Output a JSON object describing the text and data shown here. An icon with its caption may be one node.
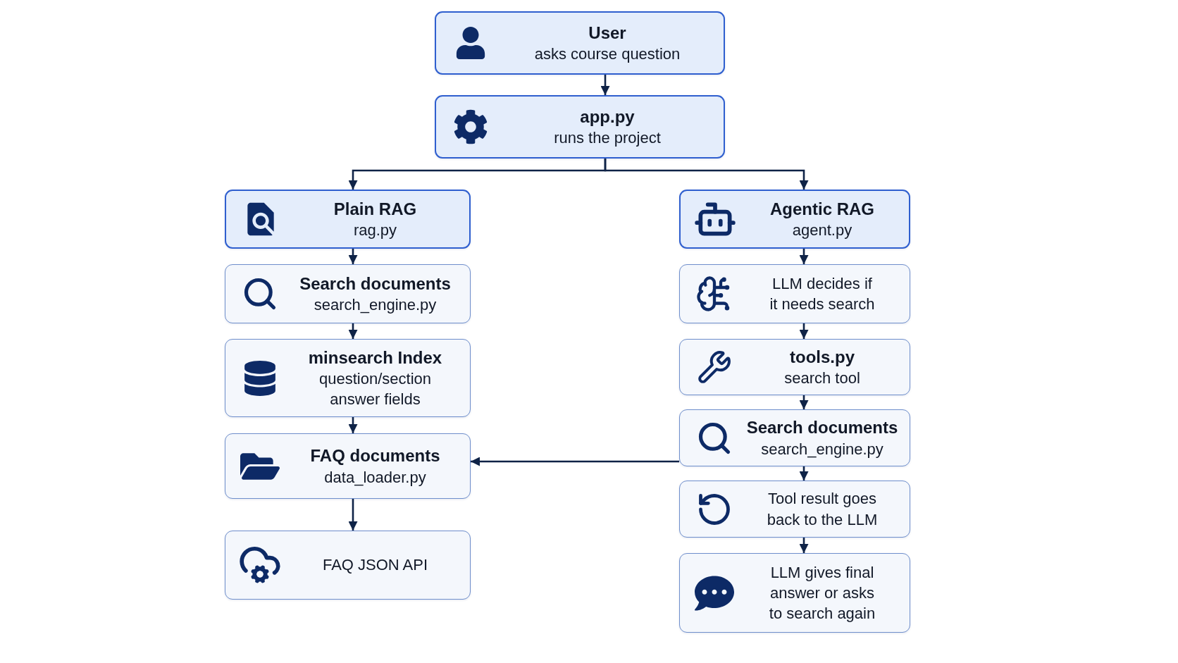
{
  "diagram": {
    "nodes": [
      {
        "text": [
          "User",
          "asks course question"
        ]
      },
      {
        "text": [
          "app.py",
          "runs the project"
        ]
      },
      {
        "text": [
          "Plain RAG",
          "rag.py"
        ]
      },
      {
        "text": [
          "Search documents",
          "search_engine.py"
        ]
      },
      {
        "text": [
          "minsearch Index",
          "question/section answer fields"
        ]
      },
      {
        "text": [
          "FAQ documents",
          "data_loader.py"
        ]
      },
      {
        "text": [
          "FAQ JSON API"
        ]
      },
      {
        "text": [
          "Agentic RAG",
          "agent.py"
        ]
      },
      {
        "text": [
          "LLM decides if it needs search"
        ]
      },
      {
        "text": [
          "tools.py",
          "search tool"
        ]
      },
      {
        "text": [
          "Search documents",
          "search_engine.py"
        ]
      },
      {
        "text": [
          "Tool result goes back to the LLM"
        ]
      },
      {
        "text": [
          "LLM gives final answer or asks to search again"
        ]
      }
    ],
    "edges": [
      {
        "from": 0,
        "to": 1,
        "arrow": "to"
      },
      {
        "from": 1,
        "to": 2,
        "arrow": "to"
      },
      {
        "from": 1,
        "to": 7,
        "arrow": "to"
      },
      {
        "from": 2,
        "to": 3,
        "arrow": "to"
      },
      {
        "from": 3,
        "to": 4,
        "arrow": "to"
      },
      {
        "from": 4,
        "to": 5,
        "arrow": "to"
      },
      {
        "from": 5,
        "to": 6,
        "arrow": "to"
      },
      {
        "from": 7,
        "to": 8,
        "arrow": "to"
      },
      {
        "from": 8,
        "to": 9,
        "arrow": "to"
      },
      {
        "from": 9,
        "to": 10,
        "arrow": "to"
      },
      {
        "from": 10,
        "to": 5,
        "arrow": "to"
      },
      {
        "from": 10,
        "to": 11,
        "arrow": "to"
      },
      {
        "from": 11,
        "to": 12,
        "arrow": "to"
      }
    ]
  }
}
